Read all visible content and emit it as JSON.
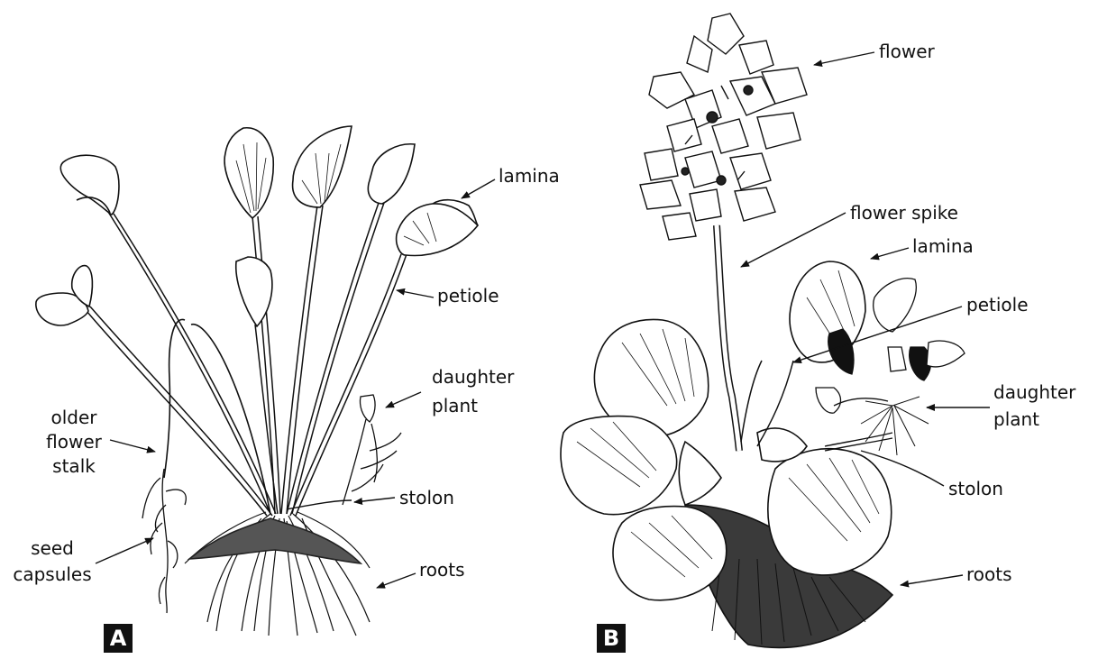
{
  "panel_a": {
    "badge": "A",
    "labels": {
      "lamina": "lamina",
      "petiole": "petiole",
      "daughter_plant_1": "daughter",
      "daughter_plant_2": "plant",
      "older_flower_stalk_1": "older",
      "older_flower_stalk_2": "flower",
      "older_flower_stalk_3": "stalk",
      "stolon": "stolon",
      "seed_capsules_1": "seed",
      "seed_capsules_2": "capsules",
      "roots": "roots"
    }
  },
  "panel_b": {
    "badge": "B",
    "labels": {
      "flower": "flower",
      "flower_spike": "flower spike",
      "lamina": "lamina",
      "petiole": "petiole",
      "daughter_plant_1": "daughter",
      "daughter_plant_2": "plant",
      "stolon": "stolon",
      "roots": "roots"
    }
  }
}
